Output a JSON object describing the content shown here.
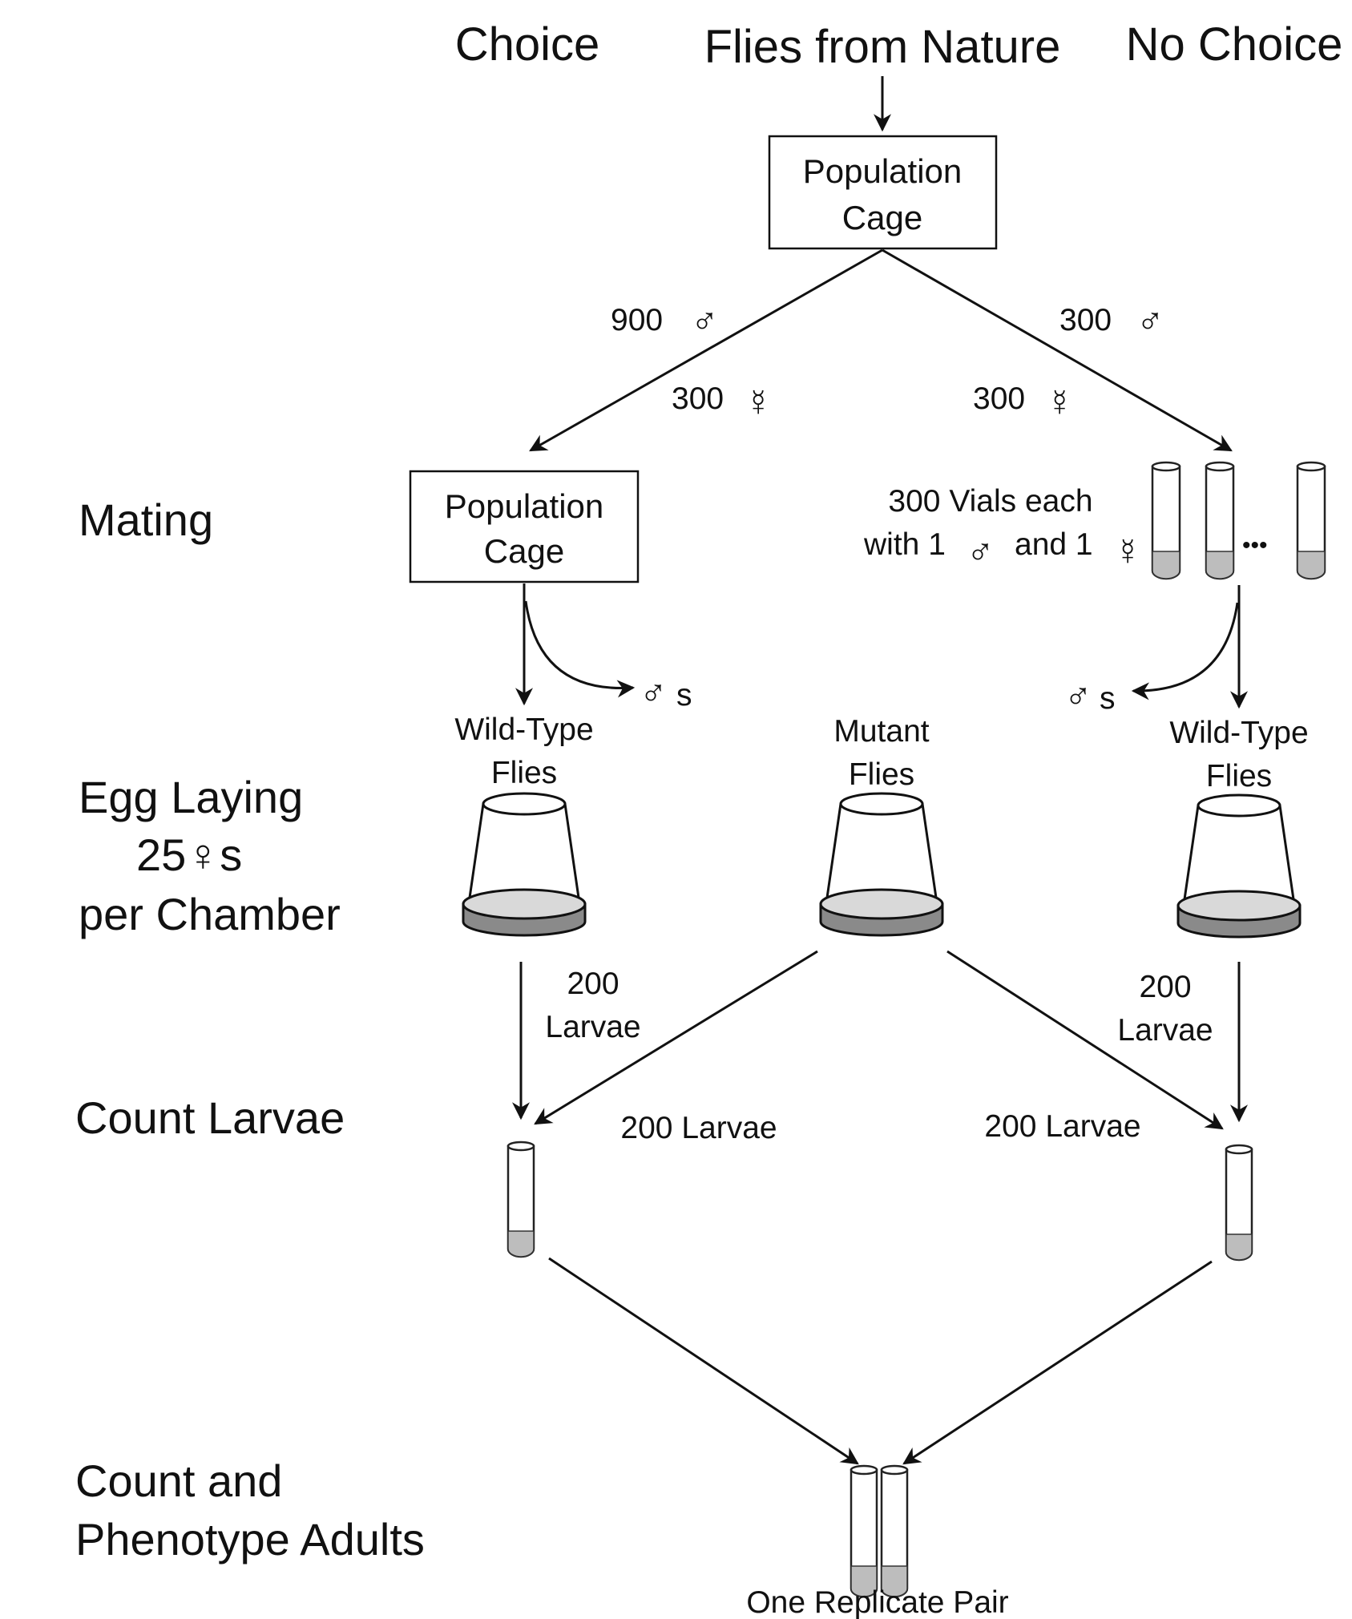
{
  "headers": {
    "choice": "Choice",
    "source": "Flies from Nature",
    "no_choice": "No Choice"
  },
  "stages": {
    "mating": "Mating",
    "egg_laying_1": "Egg Laying",
    "egg_laying_2": "25♀s",
    "egg_laying_3": "per Chamber",
    "count_larvae": "Count Larvae",
    "count_adults_1": "Count and",
    "count_adults_2": "Phenotype Adults"
  },
  "nodes": {
    "top_cage": {
      "line1": "Population",
      "line2": "Cage"
    },
    "choice_cage": {
      "line1": "Population",
      "line2": "Cage"
    },
    "vials": {
      "line1": "300 Vials each",
      "line2_a": "with 1",
      "line2_b": "and 1",
      "ellipsis": "•••"
    },
    "wild_type_left": {
      "line1": "Wild-Type",
      "line2": "Flies"
    },
    "mutant": {
      "line1": "Mutant",
      "line2": "Flies"
    },
    "wild_type_right": {
      "line1": "Wild-Type",
      "line2": "Flies"
    },
    "replicate": "One Replicate Pair"
  },
  "edge_labels": {
    "choice_males": "900",
    "choice_females": "300",
    "nochoice_males": "300",
    "nochoice_females": "300",
    "removed_males": "s",
    "larvae_left_1": "200",
    "larvae_left_2": "Larvae",
    "larvae_right_1": "200",
    "larvae_right_2": "Larvae",
    "larvae_mutant_left": "200 Larvae",
    "larvae_mutant_right": "200 Larvae"
  },
  "symbols": {
    "male": "♂",
    "female": "♀",
    "virgin_female": "☿"
  }
}
